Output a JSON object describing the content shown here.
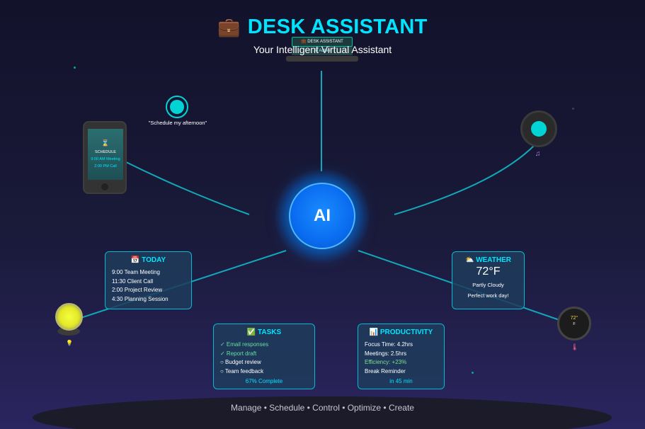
{
  "header": {
    "icon": "briefcase-icon",
    "title": "DESK ASSISTANT",
    "subtitle": "Your Intelligent Virtual Assistant"
  },
  "monitor": {
    "screen_title": "💼 DESK ASSISTANT",
    "screen_sub": "AI Active"
  },
  "ai_core": {
    "label": "AI"
  },
  "phone": {
    "icon": "hourglass-icon",
    "heading": "SCHEDULE",
    "items": [
      "9:00 AM Meeting",
      "2:00 PM Call"
    ]
  },
  "voice": {
    "command": "\"Schedule my afternoon\""
  },
  "speaker": {
    "icon": "music-note-icon"
  },
  "today": {
    "icon": "calendar-icon",
    "title": "TODAY",
    "items": [
      "9:00 Team Meeting",
      "11:30 Client Call",
      "2:00 Project Review",
      "4:30 Planning Session"
    ]
  },
  "weather": {
    "icon": "partly-cloudy-icon",
    "title": "WEATHER",
    "temperature": "72°F",
    "condition": "Partly Cloudy",
    "message": "Perfect work day!"
  },
  "tasks": {
    "icon": "checkbox-icon",
    "title": "TASKS",
    "items": [
      {
        "text": "✓ Email responses",
        "done": true
      },
      {
        "text": "✓ Report draft",
        "done": true
      },
      {
        "text": "○ Budget review",
        "done": false
      },
      {
        "text": "○ Team feedback",
        "done": false
      }
    ],
    "progress_text": "67% Complete"
  },
  "productivity": {
    "icon": "bar-chart-icon",
    "title": "PRODUCTIVITY",
    "focus": "Focus Time: 4.2hrs",
    "meetings": "Meetings: 2.5hrs",
    "efficiency": "Efficiency: +23%",
    "reminder": "Break Reminder",
    "reminder_time": "in 45 min"
  },
  "lamp": {
    "icon": "lightbulb-icon"
  },
  "thermostat": {
    "temperature": "72°",
    "unit": "F",
    "icon": "thermometer-icon"
  },
  "footer": {
    "tagline": "Manage • Schedule • Control • Optimize • Create"
  },
  "colors": {
    "accent": "#00e5ff",
    "card_border": "#00bcd4",
    "core_blue": "#0a6cf0",
    "done_green": "#66e0a0"
  }
}
